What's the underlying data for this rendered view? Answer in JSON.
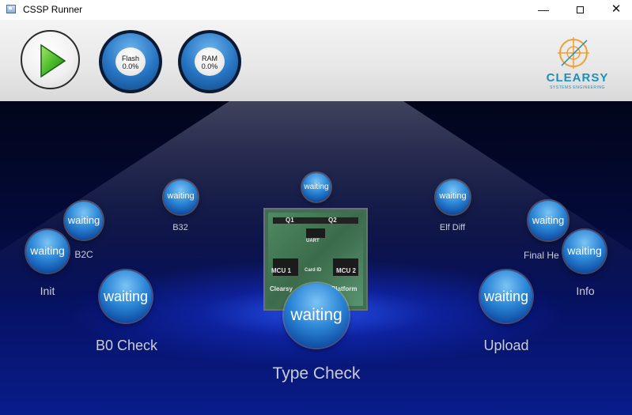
{
  "window": {
    "title": "CSSP Runner",
    "minimize_glyph": "—",
    "close_glyph": "✕"
  },
  "toolbar": {
    "flash": {
      "label": "Flash",
      "value": "0.0%"
    },
    "ram": {
      "label": "RAM",
      "value": "0.0%"
    },
    "logo": {
      "name": "CLEARSY",
      "tagline": "SYSTEMS ENGINEERING"
    }
  },
  "steps": {
    "init": {
      "status": "waiting",
      "label": "Init"
    },
    "b2c": {
      "status": "waiting",
      "label": "B2C"
    },
    "b32": {
      "status": "waiting",
      "label": "B32"
    },
    "top": {
      "status": "waiting"
    },
    "elf_diff": {
      "status": "waiting",
      "label": "Elf Diff"
    },
    "final_hex": {
      "status": "waiting",
      "label": "Final He"
    },
    "info": {
      "status": "waiting",
      "label": "Info"
    },
    "b0_check": {
      "status": "waiting",
      "label": "B0 Check"
    },
    "type_check": {
      "status": "waiting",
      "label": "Type Check"
    },
    "upload": {
      "status": "waiting",
      "label": "Upload"
    }
  },
  "board": {
    "silk": [
      "Q1",
      "Q2",
      "UART",
      "MCU 1",
      "MCU 2",
      "Card ID",
      "Clearsy",
      "Platform"
    ]
  },
  "colors": {
    "accent": "#2c86d6",
    "play_green": "#3fae2a",
    "logo_blue": "#1e8fb8",
    "logo_orange": "#f0a030"
  }
}
